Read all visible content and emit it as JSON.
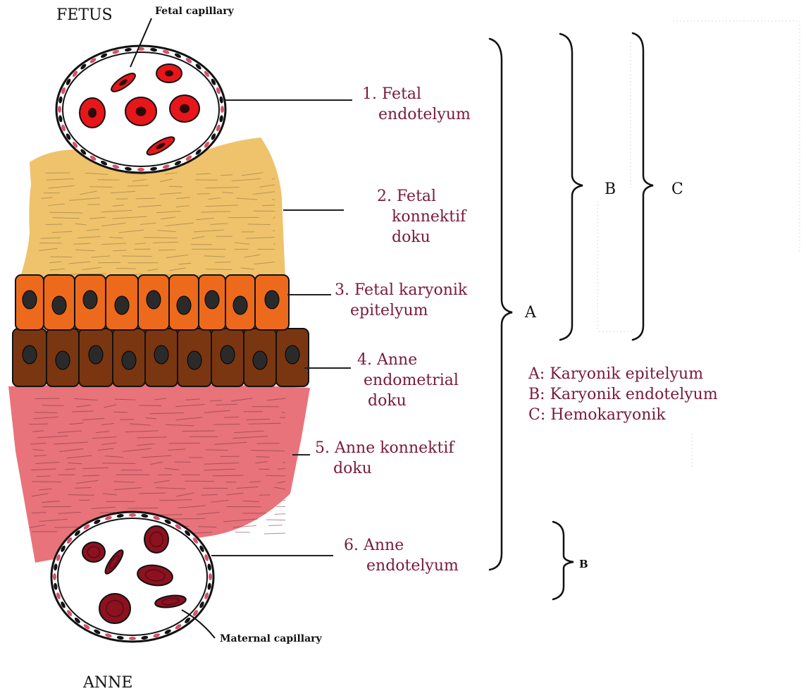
{
  "labels": {
    "fetus": "FETUS",
    "anne": "ANNE",
    "fetal_capillary": "Fetal capillary",
    "maternal_capillary": "Maternal capillary"
  },
  "layers": [
    {
      "num": "1.",
      "lines": [
        "1. Fetal",
        "endotelyum"
      ]
    },
    {
      "num": "2.",
      "lines": [
        "2. Fetal",
        "konnektif",
        "doku"
      ]
    },
    {
      "num": "3.",
      "lines": [
        "3. Fetal karyonik",
        "epitelyum"
      ]
    },
    {
      "num": "4.",
      "lines": [
        "4. Anne",
        "endometrial",
        "doku"
      ]
    },
    {
      "num": "5.",
      "lines": [
        "5. Anne konnektif",
        "doku"
      ]
    },
    {
      "num": "6.",
      "lines": [
        "6. Anne",
        "endotelyum"
      ]
    }
  ],
  "brackets": {
    "a": "A",
    "b": "B",
    "c": "C",
    "b2": "B"
  },
  "legend": [
    "A: Karyonik epitelyum",
    "B: Karyonik endotelyum",
    "C: Hemokaryonik"
  ],
  "colors": {
    "label_text": "#7a1a3a",
    "fetal_blood": "#e8161a",
    "maternal_blood": "#8c1220",
    "endothelium_ring": "#d9506a",
    "fetal_connective": "#eec36c",
    "chorionic_epithelium": "#ed6a1c",
    "endometrial": "#7a3610",
    "maternal_connective": "#e8737a",
    "nucleus": "#2a2a2a"
  }
}
